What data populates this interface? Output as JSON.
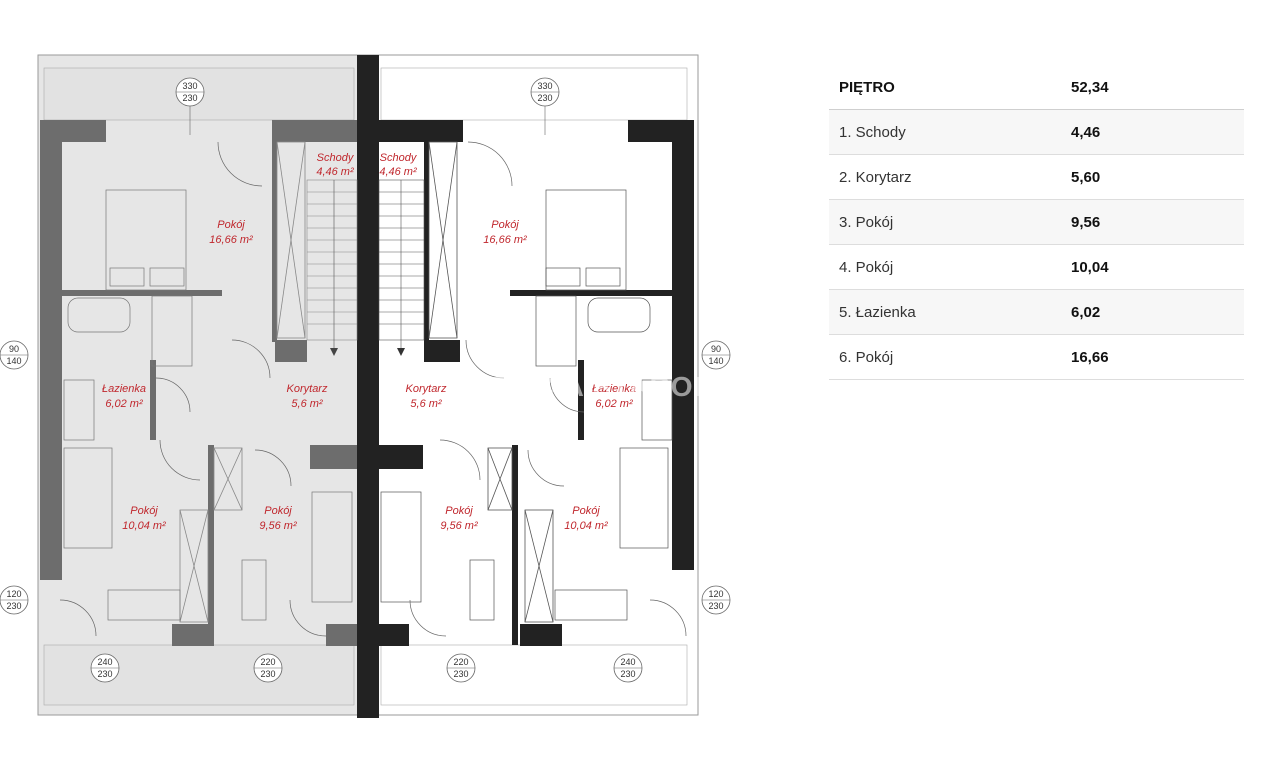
{
  "plan": {
    "watermark": "BRACIA STAROŃ",
    "left_unit": {
      "stairs": {
        "name": "Schody",
        "area": "4,46 m²"
      },
      "room_top": {
        "name": "Pokój",
        "area": "16,66 m²"
      },
      "bathroom": {
        "name": "Łazienka",
        "area": "6,02 m²"
      },
      "corridor": {
        "name": "Korytarz",
        "area": "5,6 m²"
      },
      "room_bl": {
        "name": "Pokój",
        "area": "10,04 m²"
      },
      "room_br": {
        "name": "Pokój",
        "area": "9,56 m²"
      }
    },
    "right_unit": {
      "stairs": {
        "name": "Schody",
        "area": "4,46 m²"
      },
      "room_top": {
        "name": "Pokój",
        "area": "16,66 m²"
      },
      "bathroom": {
        "name": "Łazienka",
        "area": "6,02 m²"
      },
      "corridor": {
        "name": "Korytarz",
        "area": "5,6 m²"
      },
      "room_bl": {
        "name": "Pokój",
        "area": "9,56 m²"
      },
      "room_br": {
        "name": "Pokój",
        "area": "10,04 m²"
      }
    },
    "window_marks": {
      "top": {
        "top": "330",
        "bottom": "230"
      },
      "side_mid": {
        "top": "90",
        "bottom": "140"
      },
      "side_low": {
        "top": "120",
        "bottom": "230"
      },
      "bottom_wide": {
        "top": "240",
        "bottom": "230"
      },
      "bottom_narrow": {
        "top": "220",
        "bottom": "230"
      }
    }
  },
  "table": {
    "rows": [
      {
        "name": "PIĘTRO",
        "value": "52,34"
      },
      {
        "name": "1. Schody",
        "value": "4,46"
      },
      {
        "name": "2. Korytarz",
        "value": "5,60"
      },
      {
        "name": "3. Pokój",
        "value": "9,56"
      },
      {
        "name": "4. Pokój",
        "value": "10,04"
      },
      {
        "name": "5. Łazienka",
        "value": "6,02"
      },
      {
        "name": "6. Pokój",
        "value": "16,66"
      }
    ]
  }
}
